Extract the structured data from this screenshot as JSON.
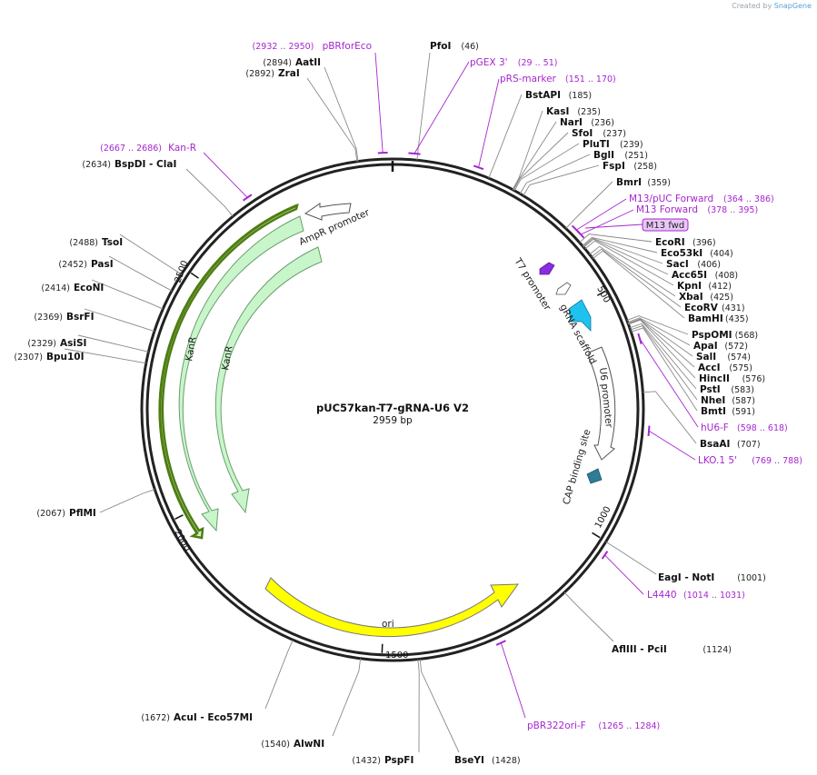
{
  "credit": {
    "prefix": "Created by",
    "brand": "SnapGene"
  },
  "plasmid": {
    "name": "pUC57kan-T7-gRNA-U6 V2",
    "length": "2959 bp",
    "bp": 2959
  },
  "ticks": [
    "500",
    "1000",
    "1500",
    "2000",
    "2500"
  ],
  "sites": [
    {
      "name": "PfoI",
      "pos": "(46)"
    },
    {
      "name": "BstAPI",
      "pos": "(185)"
    },
    {
      "name": "KasI",
      "pos": "(235)"
    },
    {
      "name": "NarI",
      "pos": "(236)"
    },
    {
      "name": "SfoI",
      "pos": "(237)"
    },
    {
      "name": "PluTI",
      "pos": "(239)"
    },
    {
      "name": "BglI",
      "pos": "(251)"
    },
    {
      "name": "FspI",
      "pos": "(258)"
    },
    {
      "name": "BmrI",
      "pos": "(359)"
    },
    {
      "name": "EcoRI",
      "pos": "(396)"
    },
    {
      "name": "Eco53kI",
      "pos": "(404)"
    },
    {
      "name": "SacI",
      "pos": "(406)"
    },
    {
      "name": "Acc65I",
      "pos": "(408)"
    },
    {
      "name": "KpnI",
      "pos": "(412)"
    },
    {
      "name": "XbaI",
      "pos": "(425)"
    },
    {
      "name": "EcoRV",
      "pos": "(431)"
    },
    {
      "name": "BamHI",
      "pos": "(435)"
    },
    {
      "name": "PspOMI",
      "pos": "(568)"
    },
    {
      "name": "ApaI",
      "pos": "(572)"
    },
    {
      "name": "SalI",
      "pos": "(574)"
    },
    {
      "name": "AccI",
      "pos": "(575)"
    },
    {
      "name": "HincII",
      "pos": "(576)"
    },
    {
      "name": "PstI",
      "pos": "(583)"
    },
    {
      "name": "NheI",
      "pos": "(587)"
    },
    {
      "name": "BmtI",
      "pos": "(591)"
    },
    {
      "name": "BsaAI",
      "pos": "(707)"
    },
    {
      "name": "EagI  - NotI",
      "pos": "(1001)"
    },
    {
      "name": "AflIII  - PciI",
      "pos": "(1124)"
    },
    {
      "name": "BseYI",
      "pos": "(1428)"
    },
    {
      "name": "PspFI",
      "pos": "(1432)"
    },
    {
      "name": "AlwNI",
      "pos": "(1540)"
    },
    {
      "name": "AcuI  - Eco57MI",
      "pos": "(1672)"
    },
    {
      "name": "PflMI",
      "pos": "(2067)"
    },
    {
      "name": "Bpu10I",
      "pos": "(2307)"
    },
    {
      "name": "AsiSI",
      "pos": "(2329)"
    },
    {
      "name": "BsrFI",
      "pos": "(2369)"
    },
    {
      "name": "EcoNI",
      "pos": "(2414)"
    },
    {
      "name": "PasI",
      "pos": "(2452)"
    },
    {
      "name": "TsoI",
      "pos": "(2488)"
    },
    {
      "name": "BspDI  - ClaI",
      "pos": "(2634)"
    },
    {
      "name": "ZraI",
      "pos": "(2892)"
    },
    {
      "name": "AatII",
      "pos": "(2894)"
    }
  ],
  "primers": [
    {
      "name": "pBRforEco",
      "range": "(2932 .. 2950)"
    },
    {
      "name": "pGEX 3'",
      "range": "(29 .. 51)"
    },
    {
      "name": "pRS-marker",
      "range": "(151 .. 170)"
    },
    {
      "name": "M13/pUC Forward",
      "range": "(364 .. 386)"
    },
    {
      "name": "M13 Forward",
      "range": "(378 .. 395)"
    },
    {
      "name": "hU6-F",
      "range": "(598 .. 618)"
    },
    {
      "name": "LKO.1 5'",
      "range": "(769 .. 788)"
    },
    {
      "name": "L4440",
      "range": "(1014 .. 1031)"
    },
    {
      "name": "pBR322ori-F",
      "range": "(1265 .. 1284)"
    },
    {
      "name": "Kan-R",
      "range": "(2667 .. 2686)"
    }
  ],
  "boxed_label": "M13 fwd",
  "features": [
    "AmpR promoter",
    "KanR",
    "KanR",
    "ori",
    "T7 promoter",
    "gRNA scaffold",
    "U6 promoter",
    "CAP binding site"
  ],
  "colors": {
    "backbone": "#222222",
    "primer": "#a626cf",
    "kanr_fill": "#c9f5cb",
    "kanr_stroke": "#6a9f6c",
    "kanr_highlight": "#4f7d12",
    "ori_fill": "#ffff00",
    "t7": "#8a2be2",
    "grna": "#1fc2ee",
    "cap": "#2e7d94",
    "snapgene": "#5aa0d6"
  }
}
